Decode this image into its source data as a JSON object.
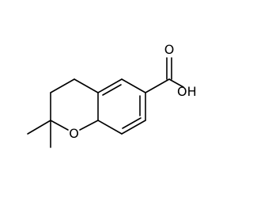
{
  "molecule": {
    "atom_labels": {
      "ring_oxygen": "O",
      "carbonyl_oxygen": "O",
      "hydroxyl": "OH"
    },
    "colors": {
      "bond": "#000000",
      "label": "#000000",
      "background": "#ffffff"
    }
  }
}
